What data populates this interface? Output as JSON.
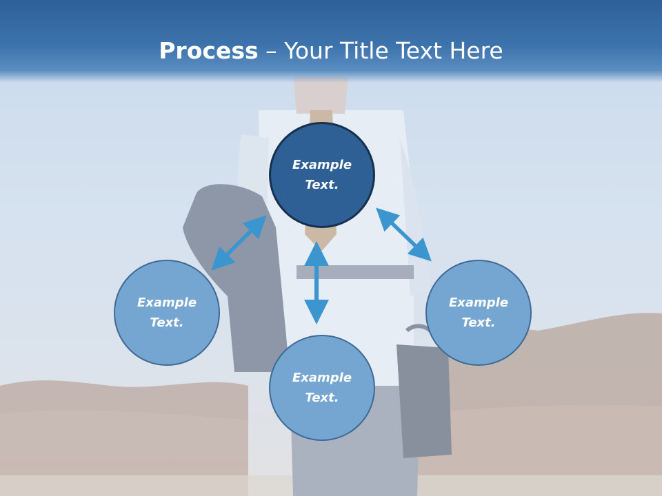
{
  "title": {
    "bold": "Process",
    "rest": " – Your Title Text Here"
  },
  "nodes": [
    {
      "line1": "Example",
      "line2": "Text."
    },
    {
      "line1": "Example",
      "line2": "Text."
    },
    {
      "line1": "Example",
      "line2": "Text."
    },
    {
      "line1": "Example",
      "line2": "Text."
    }
  ],
  "colors": {
    "header": "#3d73ac",
    "node_primary": "#2e5f95",
    "node_secondary": "#75a6d2",
    "arrow": "#3b95cf"
  }
}
